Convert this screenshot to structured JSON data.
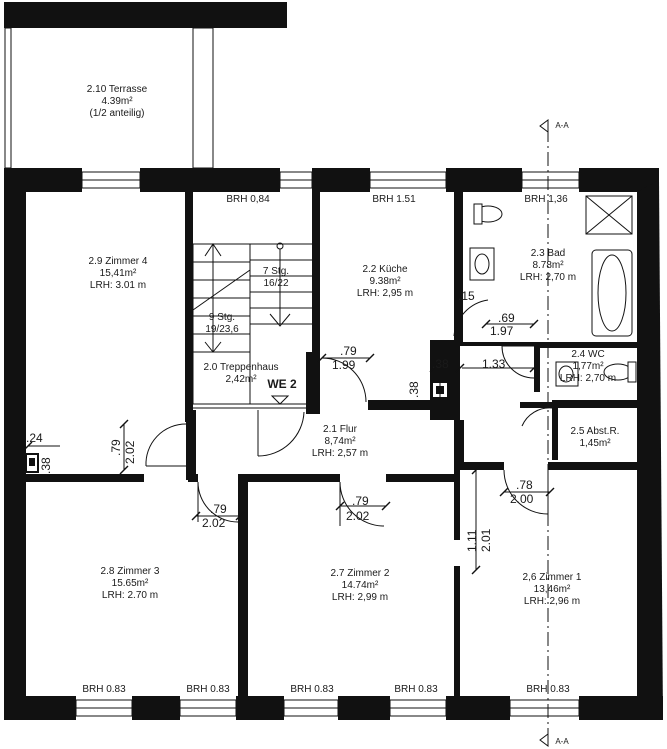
{
  "rooms": {
    "terrasse": {
      "name": "2.10 Terrasse",
      "area": "4.39m²",
      "note": "(1/2 anteilig)"
    },
    "zimmer4": {
      "name": "2.9 Zimmer 4",
      "area": "15,41m²",
      "lrh": "LRH: 3.01 m"
    },
    "treppe_upper": {
      "steps": "7 Stg.",
      "ratio": "16/22"
    },
    "treppe_lower": {
      "steps": "9 Stg.",
      "ratio": "19/23,6"
    },
    "treppenhaus": {
      "name": "2.0 Treppenhaus",
      "area": "2,42m²"
    },
    "kueche": {
      "name": "2.2 Küche",
      "area": "9.38m²",
      "lrh": "LRH: 2,95 m"
    },
    "bad": {
      "name": "2.3 Bad",
      "area": "8.78m²",
      "lrh": "LRH: 2,70 m"
    },
    "wc": {
      "name": "2.4 WC",
      "area": "1,77m²",
      "lrh": "LRH: 2,70 m"
    },
    "abst": {
      "name": "2.5 Abst.R.",
      "area": "1,45m²"
    },
    "flur": {
      "name": "2.1 Flur",
      "area": "8,74m²",
      "lrh": "LRH: 2,57 m"
    },
    "zimmer3": {
      "name": "2.8 Zimmer 3",
      "area": "15.65m²",
      "lrh": "LRH: 2.70 m"
    },
    "zimmer2": {
      "name": "2.7 Zimmer 2",
      "area": "14.74m²",
      "lrh": "LRH: 2,99 m"
    },
    "zimmer1": {
      "name": "2,6 Zimmer 1",
      "area": "13,46m²",
      "lrh": "LRH: 2,96 m"
    }
  },
  "unit_label": "WE 2",
  "section_label": "A-A",
  "brh": {
    "treppe": "BRH 0,84",
    "kueche": "BRH 1.51",
    "bad": "BRH 1,36",
    "z3a": "BRH 0.83",
    "z3b": "BRH 0.83",
    "z2a": "BRH 0.83",
    "z2b": "BRH 0.83",
    "z1": "BRH 0.83"
  },
  "dims": {
    "d_24": ".24",
    "d_38_left": ".38",
    "d_79_z4_a": ".79",
    "d_202_z4": "2.02",
    "d_79_flur_top": ".79",
    "d_199": "1.99",
    "d_38_kuche_h": ".38",
    "d_38_kuche_v": ".38",
    "d_15": ".15",
    "d_69": ".69",
    "d_197": "1.97",
    "d_133": "1.33",
    "d_79_z3": ".79",
    "d_202_z3": "2.02",
    "d_79_z2": ".79",
    "d_202_z2": "2.02",
    "d_78": ".78",
    "d_200": "2.00",
    "d_111": "1.11",
    "d_201": "2.01"
  }
}
